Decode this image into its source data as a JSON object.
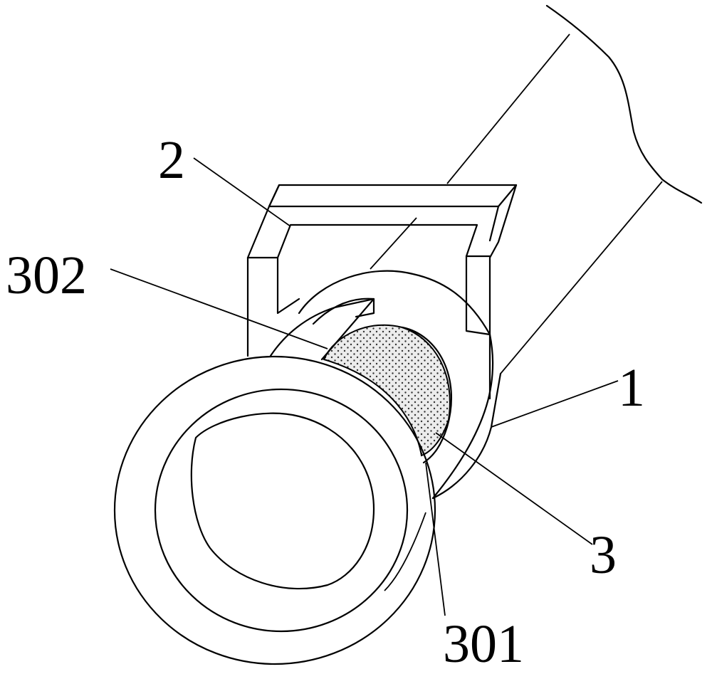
{
  "labels": {
    "part_1": "1",
    "part_2": "2",
    "part_3": "3",
    "part_301": "301",
    "part_302": "302"
  },
  "colors": {
    "stroke": "#000000",
    "background": "#ffffff",
    "mesh_fill": "#e6e6e6",
    "mesh_dot": "#333333"
  }
}
